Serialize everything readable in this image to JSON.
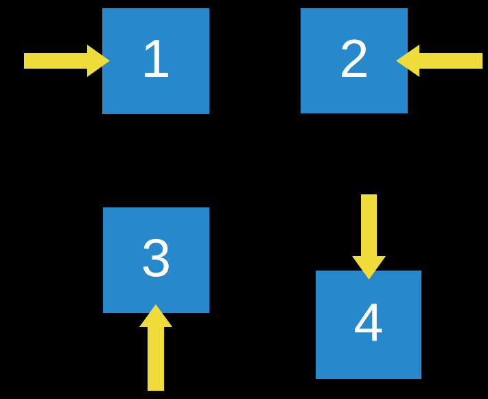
{
  "diagram": {
    "background_color": "#000000",
    "box_color": "#2789CB",
    "arrow_color": "#EFDC3B",
    "label_color": "#FFFFFF",
    "boxes": [
      {
        "label": "1",
        "position": "top-left",
        "arrow": {
          "icon": "arrow-right-icon",
          "direction": "right",
          "points_at": "left side of box 1"
        }
      },
      {
        "label": "2",
        "position": "top-right",
        "arrow": {
          "icon": "arrow-left-icon",
          "direction": "left",
          "points_at": "right side of box 2"
        }
      },
      {
        "label": "3",
        "position": "bottom-left",
        "arrow": {
          "icon": "arrow-up-icon",
          "direction": "up",
          "points_at": "bottom side of box 3"
        }
      },
      {
        "label": "4",
        "position": "bottom-right",
        "arrow": {
          "icon": "arrow-down-icon",
          "direction": "down",
          "points_at": "top side of box 4"
        }
      }
    ]
  }
}
